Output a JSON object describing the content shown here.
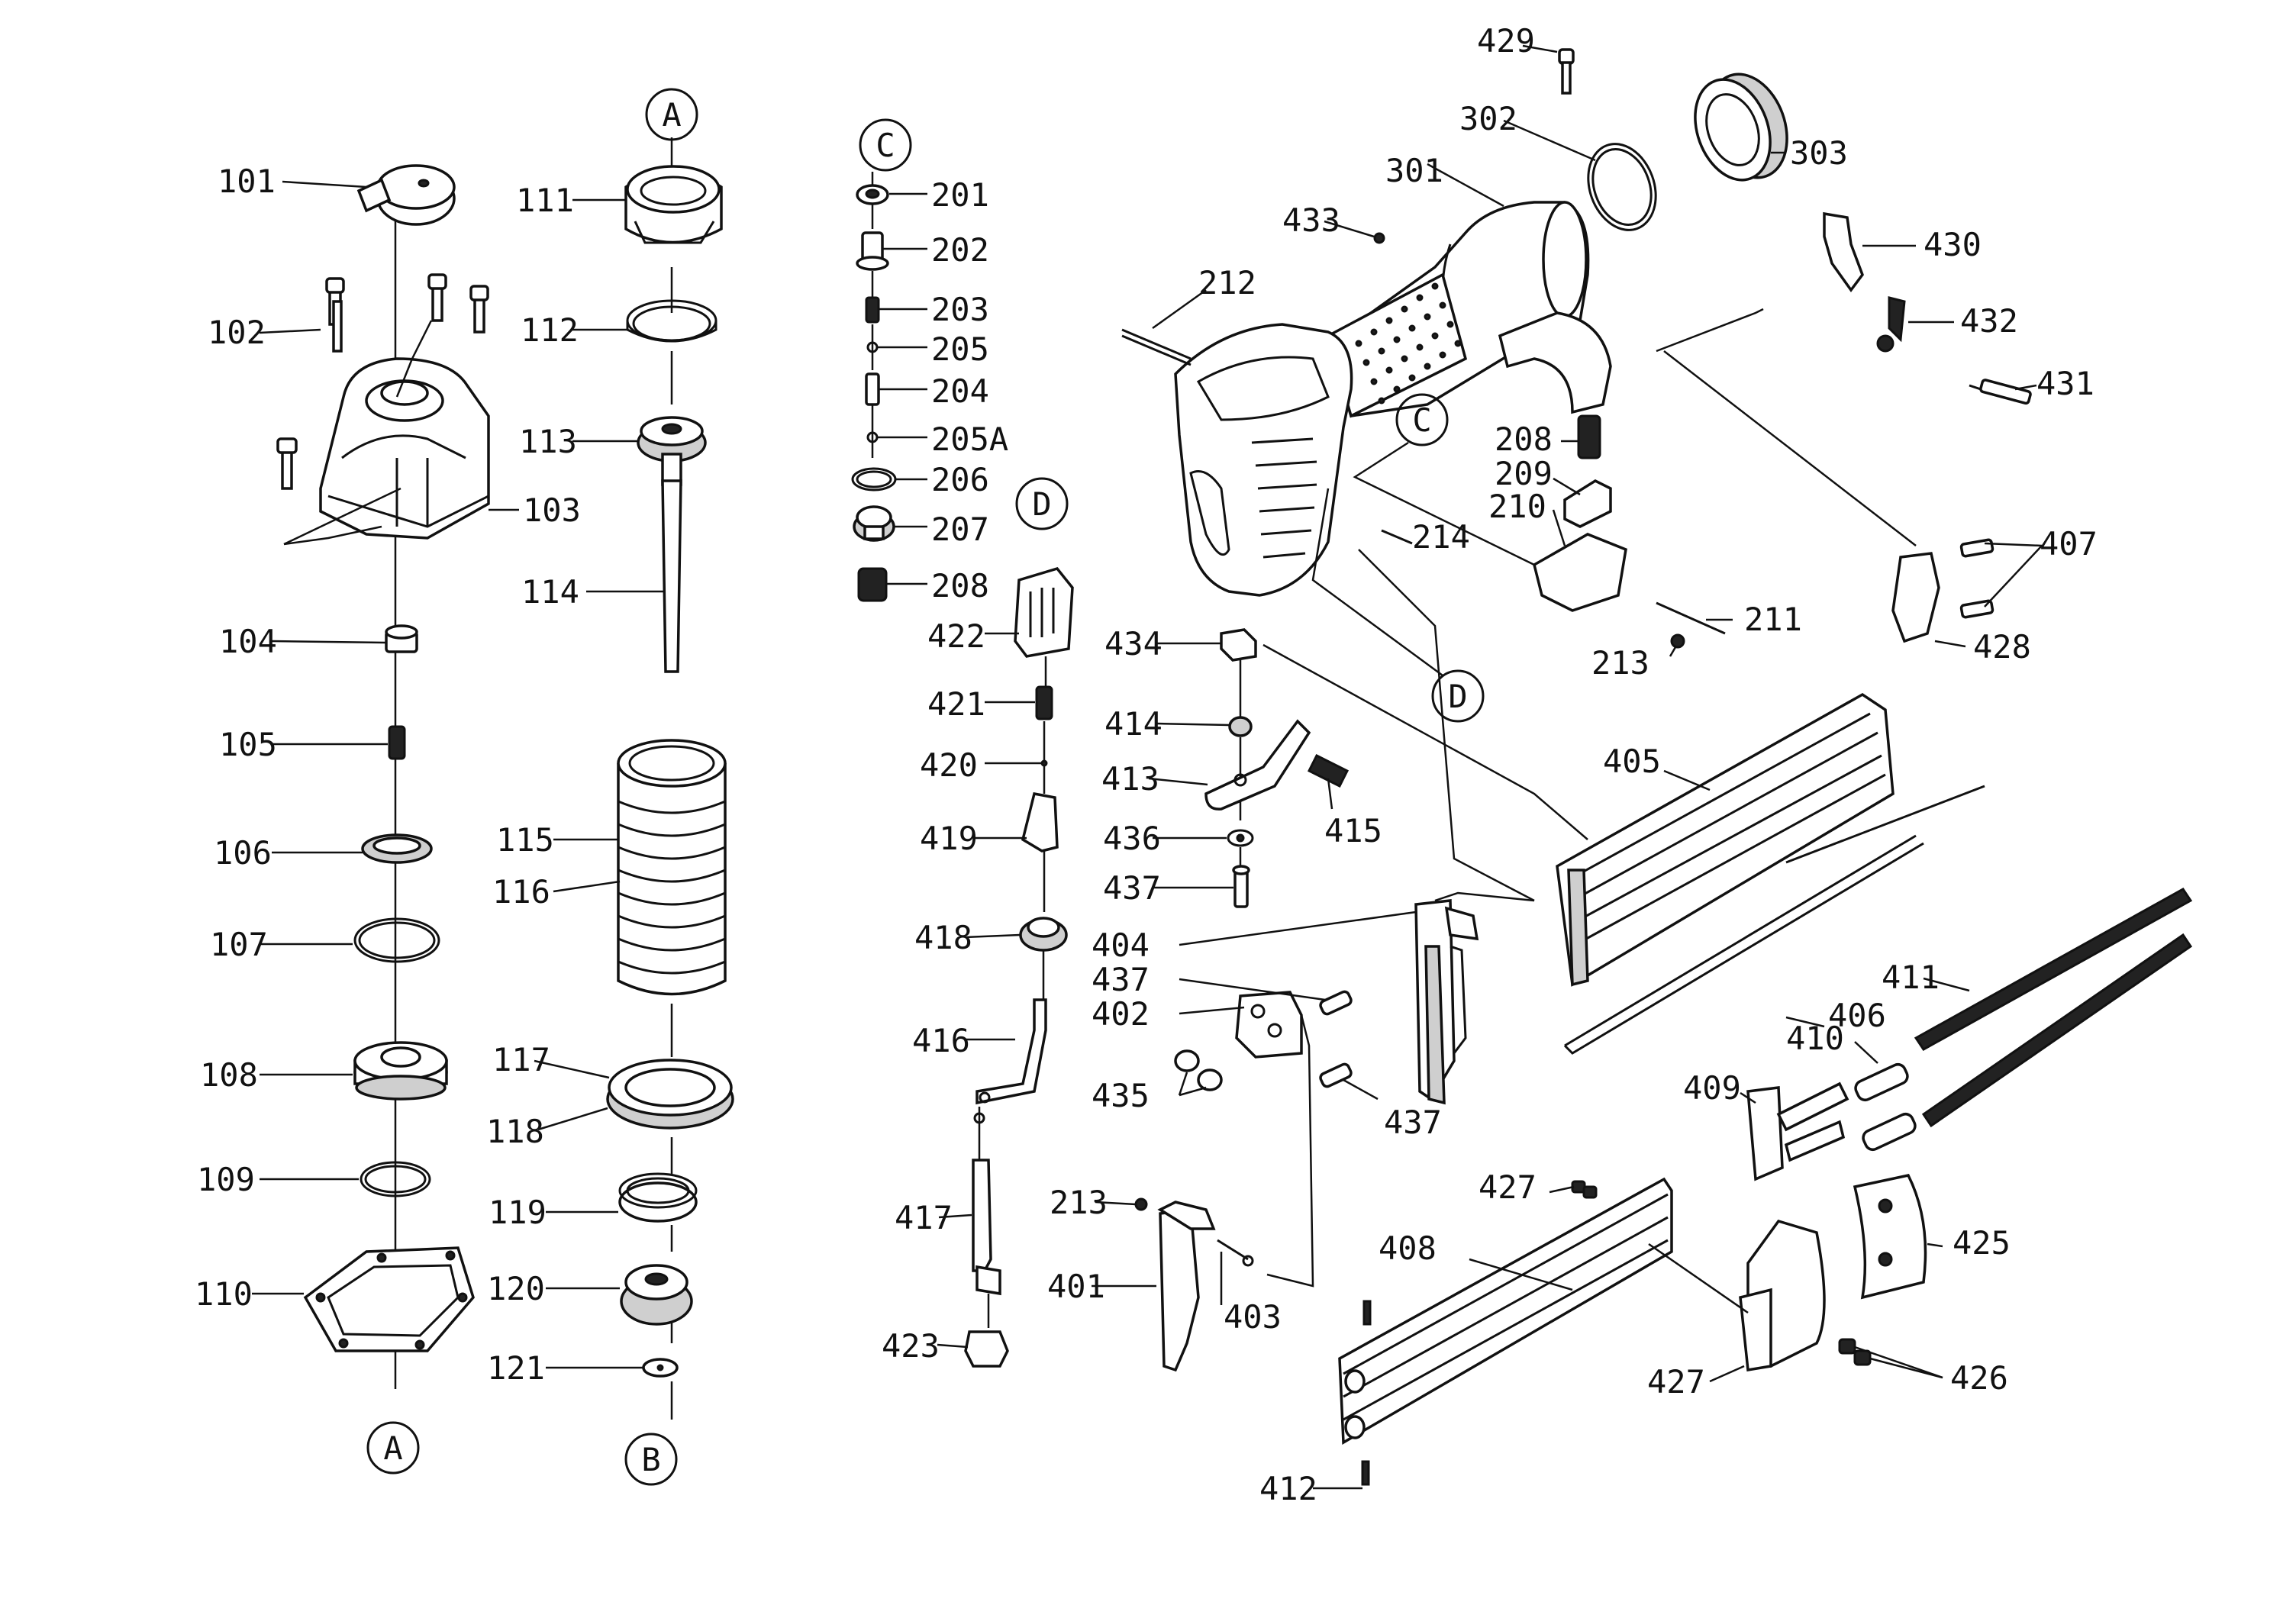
{
  "labels": {
    "p101": "101",
    "p102": "102",
    "p103": "103",
    "p104": "104",
    "p105": "105",
    "p106": "106",
    "p107": "107",
    "p108": "108",
    "p109": "109",
    "p110": "110",
    "p111": "111",
    "p112": "112",
    "p113": "113",
    "p114": "114",
    "p115": "115",
    "p116": "116",
    "p117": "117",
    "p118": "118",
    "p119": "119",
    "p120": "120",
    "p121": "121",
    "p201": "201",
    "p202": "202",
    "p203": "203",
    "p204": "204",
    "p205": "205",
    "p205A": "205A",
    "p206": "206",
    "p207": "207",
    "p208a": "208",
    "p208b": "208",
    "p209": "209",
    "p210": "210",
    "p211": "211",
    "p212": "212",
    "p213a": "213",
    "p213b": "213",
    "p214": "214",
    "p301": "301",
    "p302": "302",
    "p303": "303",
    "p401": "401",
    "p402": "402",
    "p403": "403",
    "p404": "404",
    "p405": "405",
    "p406": "406",
    "p407": "407",
    "p408": "408",
    "p409": "409",
    "p410": "410",
    "p411": "411",
    "p412": "412",
    "p413": "413",
    "p414": "414",
    "p415": "415",
    "p416": "416",
    "p417": "417",
    "p418": "418",
    "p419": "419",
    "p420": "420",
    "p421": "421",
    "p422": "422",
    "p423": "423",
    "p425": "425",
    "p426": "426",
    "p427a": "427",
    "p427b": "427",
    "p428": "428",
    "p429": "429",
    "p430": "430",
    "p431": "431",
    "p432": "432",
    "p433": "433",
    "p434": "434",
    "p435": "435",
    "p436": "436",
    "p437a": "437",
    "p437b": "437",
    "p437c": "437"
  },
  "connectors": {
    "a_top": "A",
    "a_bottom": "A",
    "b": "B",
    "c_top": "C",
    "c_body": "C",
    "d_top": "D",
    "d_body": "D"
  }
}
